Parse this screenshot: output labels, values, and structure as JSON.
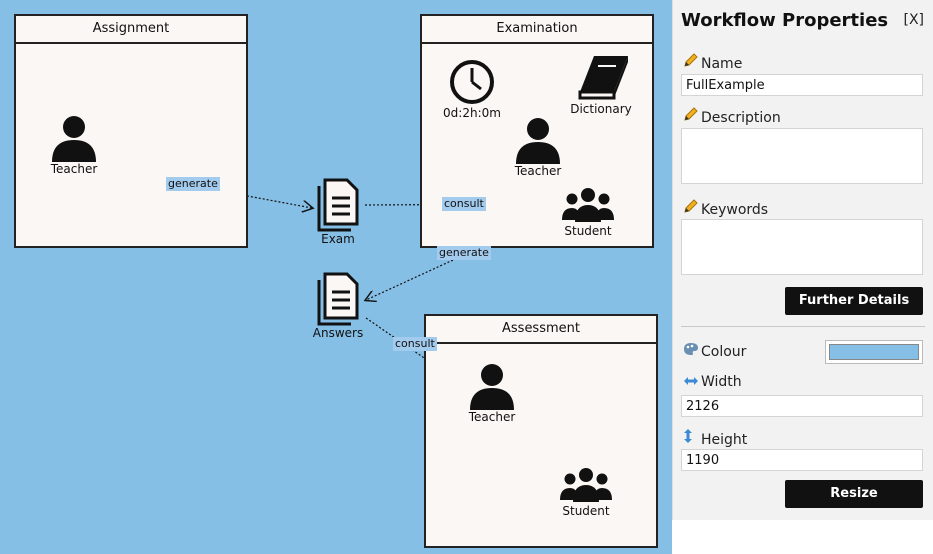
{
  "canvas": {
    "background": "#86bfe6",
    "boxes": [
      {
        "title": "Assignment"
      },
      {
        "title": "Examination"
      },
      {
        "title": "Assessment"
      }
    ],
    "nodes": {
      "assignment_teacher": {
        "label": "Teacher",
        "icon": "person-icon"
      },
      "exam_doc": {
        "label": "Exam",
        "icon": "document-icon"
      },
      "answers_doc": {
        "label": "Answers",
        "icon": "document-icon"
      },
      "exam_clock": {
        "label": "0d:2h:0m",
        "icon": "clock-icon"
      },
      "exam_dictionary": {
        "label": "Dictionary",
        "icon": "book-icon"
      },
      "exam_teacher": {
        "label": "Teacher",
        "icon": "person-icon"
      },
      "exam_student": {
        "label": "Student",
        "icon": "group-icon"
      },
      "assess_teacher": {
        "label": "Teacher",
        "icon": "person-icon"
      },
      "assess_student": {
        "label": "Student",
        "icon": "group-icon"
      }
    },
    "edges": [
      {
        "label": "generate"
      },
      {
        "label": "consult"
      },
      {
        "label": "generate"
      },
      {
        "label": "consult"
      }
    ]
  },
  "panel": {
    "title": "Workflow Properties",
    "close_label": "[X]",
    "name_label": "Name",
    "name_value": "FullExample",
    "description_label": "Description",
    "description_value": "",
    "keywords_label": "Keywords",
    "keywords_value": "",
    "further_details_label": "Further Details",
    "colour_label": "Colour",
    "colour_value": "#86bfe6",
    "width_label": "Width",
    "width_value": "2126",
    "height_label": "Height",
    "height_value": "1190",
    "resize_label": "Resize"
  }
}
